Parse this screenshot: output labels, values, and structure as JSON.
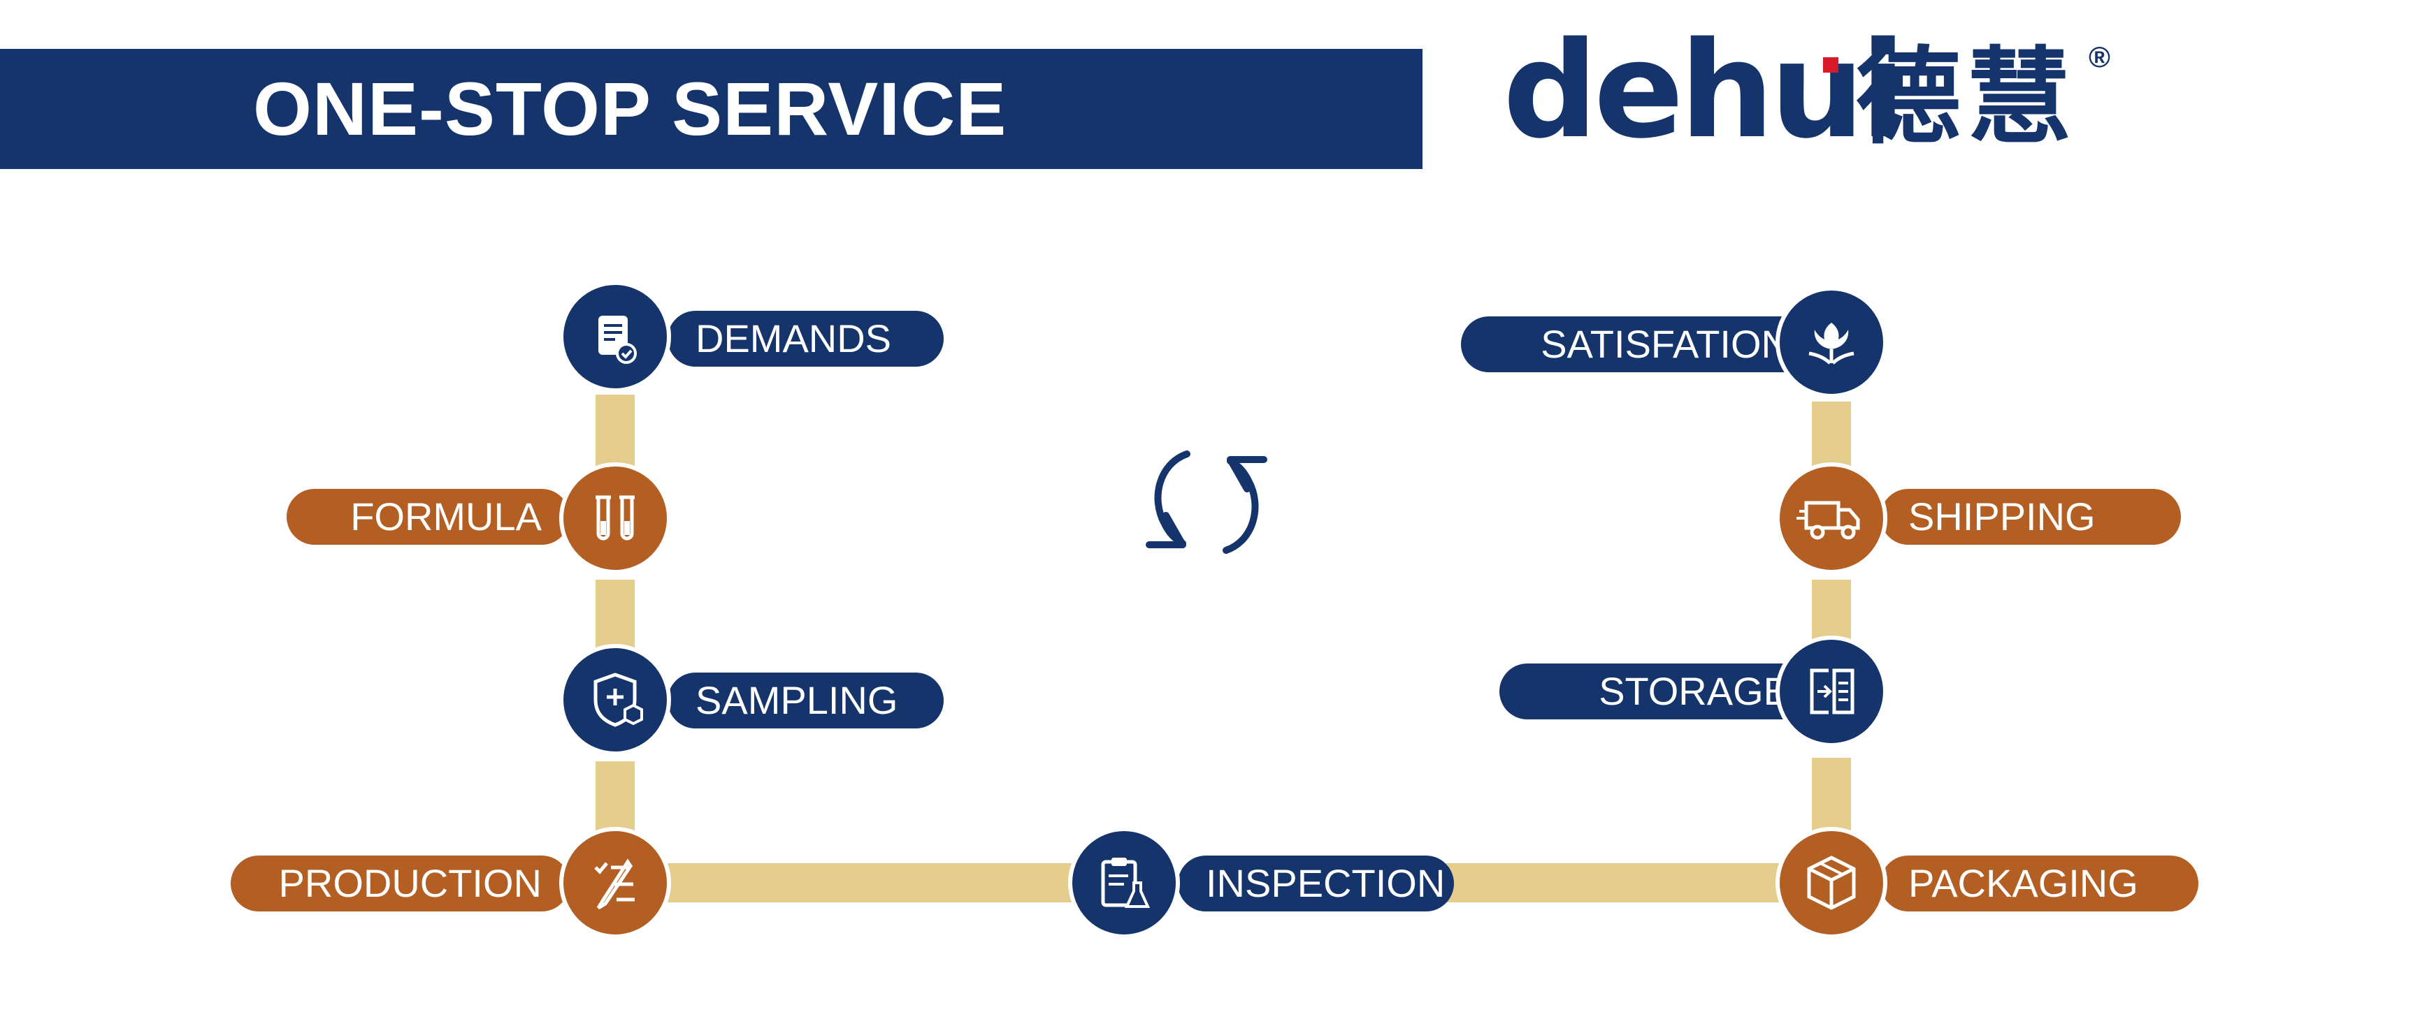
{
  "banner": {
    "title": "ONE-STOP SERVICE"
  },
  "logo": {
    "latin": "dehui",
    "chinese": "德慧",
    "registered": "®"
  },
  "colors": {
    "navy": "#14346b",
    "orange": "#b35f24",
    "track": "#e5cd8e",
    "logo_dot": "#d61a2a"
  },
  "cycle_icon": "refresh-cycle-icon",
  "steps": [
    {
      "label": "DEMANDS",
      "icon": "document-check-icon",
      "color": "navy"
    },
    {
      "label": "FORMULA",
      "icon": "test-tubes-icon",
      "color": "orange"
    },
    {
      "label": "SAMPLING",
      "icon": "shield-plus-box-icon",
      "color": "navy"
    },
    {
      "label": "PRODUCTION",
      "icon": "pencil-checklist-icon",
      "color": "orange"
    },
    {
      "label": "INSPECTION",
      "icon": "clipboard-flask-icon",
      "color": "navy"
    },
    {
      "label": "PACKAGING",
      "icon": "package-box-icon",
      "color": "orange"
    },
    {
      "label": "STORAGE",
      "icon": "storage-transfer-icon",
      "color": "navy"
    },
    {
      "label": "SHIPPING",
      "icon": "delivery-truck-icon",
      "color": "orange"
    },
    {
      "label": "SATISFATION",
      "icon": "flower-hands-icon",
      "color": "navy"
    }
  ]
}
